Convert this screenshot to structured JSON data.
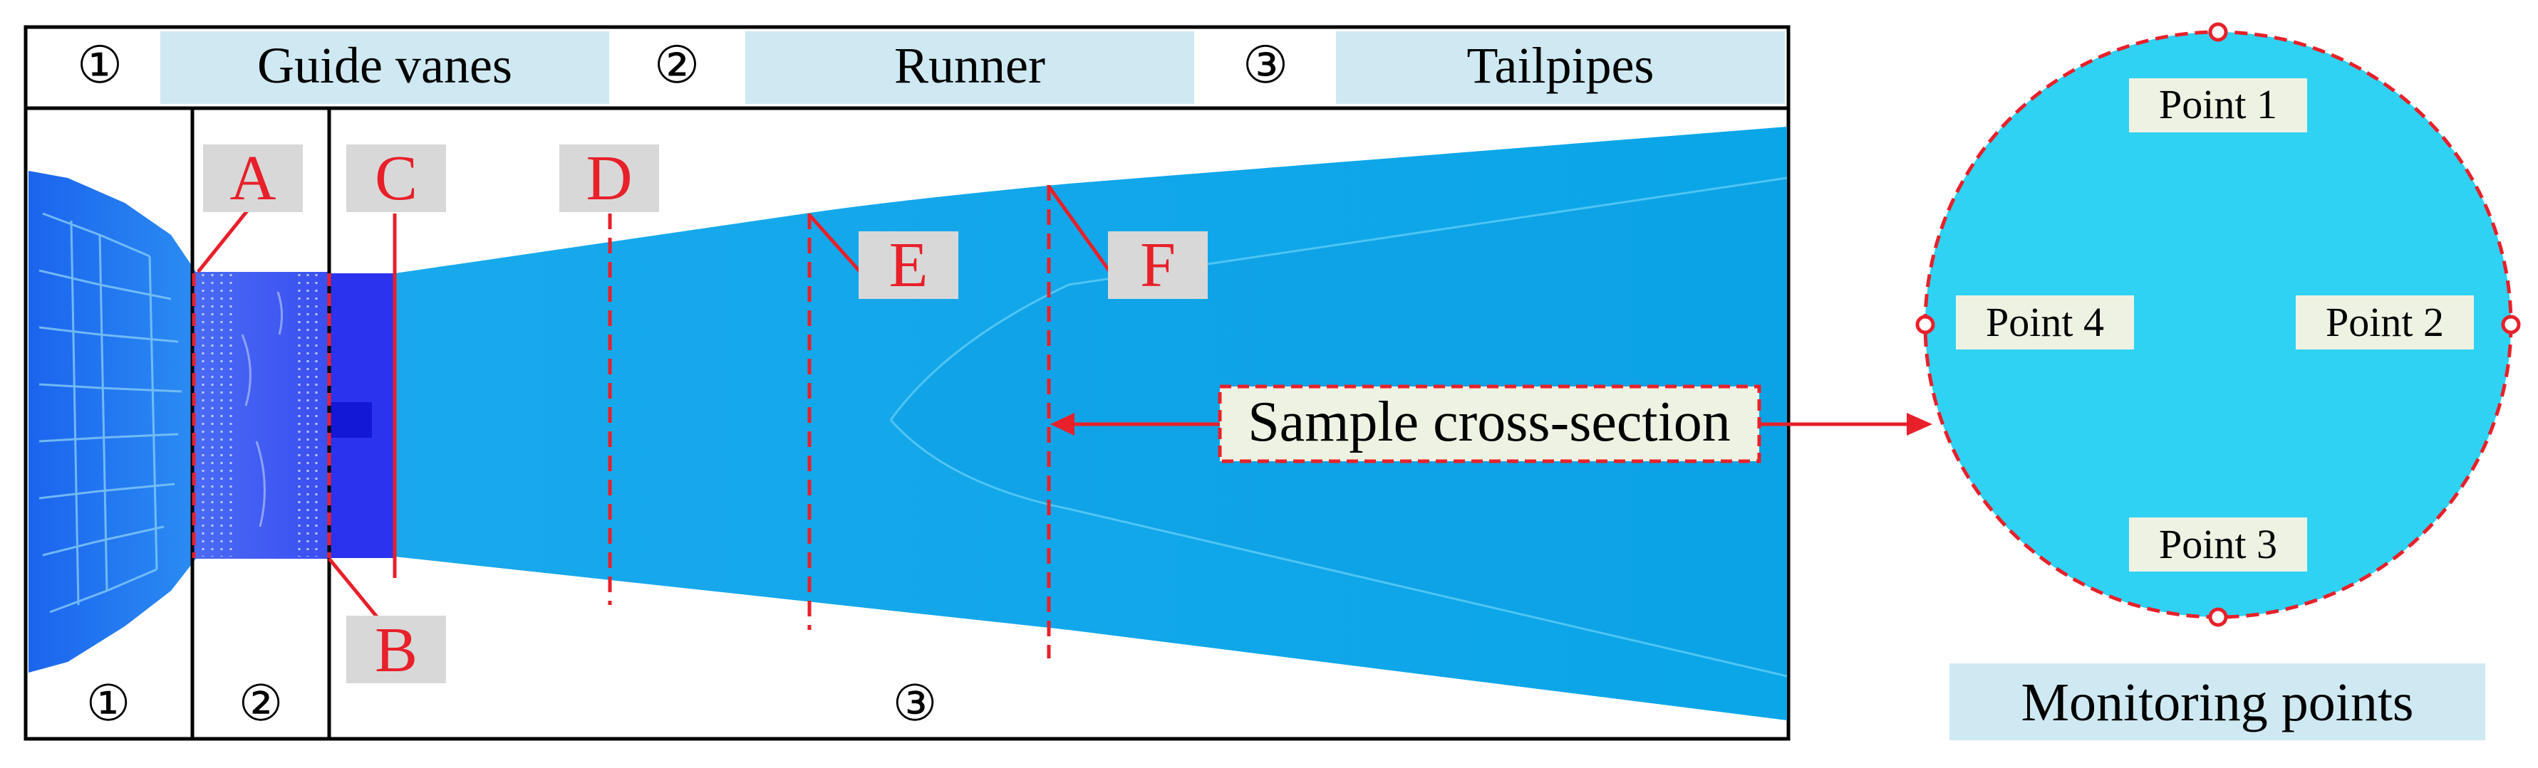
{
  "legend": [
    {
      "num": "①",
      "name": "Guide vanes"
    },
    {
      "num": "②",
      "name": "Runner"
    },
    {
      "num": "③",
      "name": "Tailpipes"
    }
  ],
  "zone_numbers": [
    "①",
    "②",
    "③"
  ],
  "section_labels": [
    "A",
    "B",
    "C",
    "D",
    "E",
    "F"
  ],
  "callout": "Sample cross-section",
  "points": [
    "Point 1",
    "Point 2",
    "Point 3",
    "Point 4"
  ],
  "monitoring_title": "Monitoring points",
  "colors": {
    "section_line": "#e8202a",
    "legend_bg": "#cfe9f2",
    "label_bg": "#d8d8d8",
    "circle_fill": "#2fd2f2",
    "flow_dark": "#1f6ff0",
    "flow_light": "#11b4ee",
    "runner": "#3340f0"
  }
}
